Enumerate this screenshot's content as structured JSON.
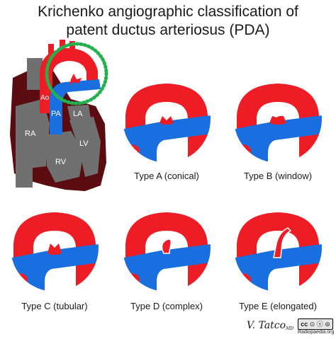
{
  "title": {
    "line1": "Krichenko angiographic classification of",
    "line2": "patent ductus arteriosus (PDA)"
  },
  "heart_labels": [
    "Ao",
    "PA",
    "LA",
    "RA",
    "LV",
    "RV"
  ],
  "types": [
    {
      "caption": "Type A (conical)"
    },
    {
      "caption": "Type B (window)"
    },
    {
      "caption": "Type C (tubular)"
    },
    {
      "caption": "Type D (complex)"
    },
    {
      "caption": "Type E (elongated)"
    }
  ],
  "credit": {
    "author": "V. Tatco",
    "author_suffix": "MD",
    "license": "cc",
    "site": "Radiopaedia.org"
  },
  "colors": {
    "aorta": "#ee1c24",
    "pulmonary": "#1a6fe0",
    "heart_dark": "#5a0c10",
    "heart_grey": "#707070",
    "highlight": "#22b14c"
  }
}
